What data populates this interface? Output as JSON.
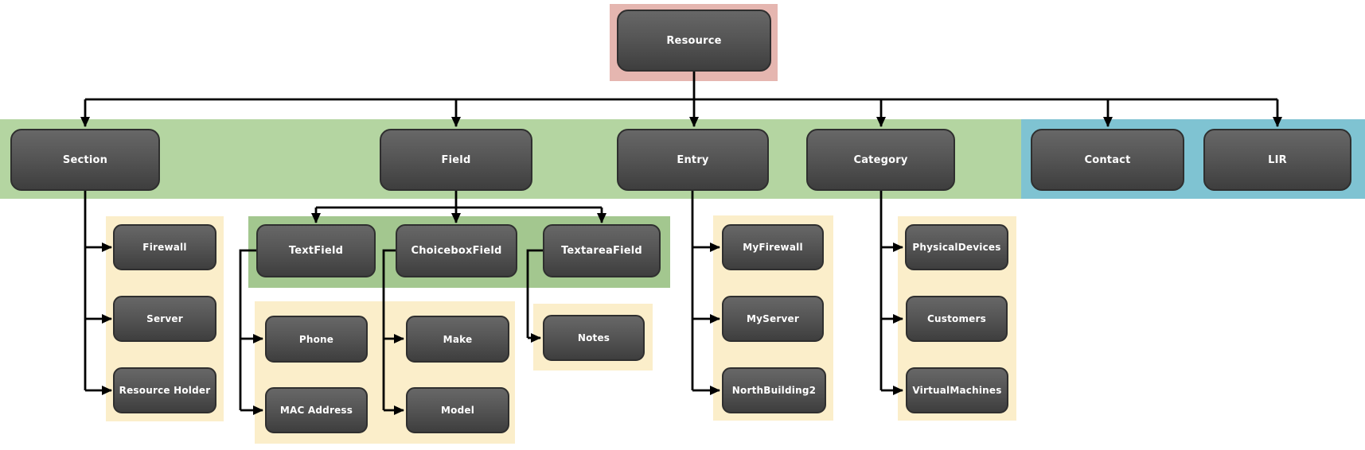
{
  "colors": {
    "background": "#ffffff",
    "root_band": "#e5b6b0",
    "level1_band_green": "#b4d5a1",
    "level1_band_blue": "#7fc3d2",
    "sublevel_band_green": "#a3c78f",
    "leaf_band_yellow": "#fbeeca",
    "node_fill_top": "#676767",
    "node_fill_bottom": "#3e3e3e",
    "node_border": "#2f2f2f",
    "node_text": "#ffffff",
    "connector": "#000000"
  },
  "nodes": {
    "resource": {
      "label": "Resource"
    },
    "section": {
      "label": "Section"
    },
    "field": {
      "label": "Field"
    },
    "entry": {
      "label": "Entry"
    },
    "category": {
      "label": "Category"
    },
    "contact": {
      "label": "Contact"
    },
    "lir": {
      "label": "LIR"
    },
    "textfield": {
      "label": "TextField"
    },
    "choiceboxfield": {
      "label": "ChoiceboxField"
    },
    "textareafield": {
      "label": "TextareaField"
    },
    "firewall": {
      "label": "Firewall"
    },
    "server": {
      "label": "Server"
    },
    "resource_holder": {
      "label": "Resource Holder"
    },
    "phone": {
      "label": "Phone"
    },
    "mac_address": {
      "label": "MAC Address"
    },
    "make": {
      "label": "Make"
    },
    "model": {
      "label": "Model"
    },
    "notes": {
      "label": "Notes"
    },
    "myfirewall": {
      "label": "MyFirewall"
    },
    "myserver": {
      "label": "MyServer"
    },
    "northbuilding2": {
      "label": "NorthBuilding2"
    },
    "physicaldevices": {
      "label": "PhysicalDevices"
    },
    "customers": {
      "label": "Customers"
    },
    "virtualmachines": {
      "label": "VirtualMachines"
    }
  },
  "hierarchy": {
    "Resource": {
      "Section": [
        "Firewall",
        "Server",
        "Resource Holder"
      ],
      "Field": {
        "TextField": [
          "Phone",
          "MAC Address"
        ],
        "ChoiceboxField": [
          "Make",
          "Model"
        ],
        "TextareaField": [
          "Notes"
        ]
      },
      "Entry": [
        "MyFirewall",
        "MyServer",
        "NorthBuilding2"
      ],
      "Category": [
        "PhysicalDevices",
        "Customers",
        "VirtualMachines"
      ],
      "Contact": [],
      "LIR": []
    }
  }
}
